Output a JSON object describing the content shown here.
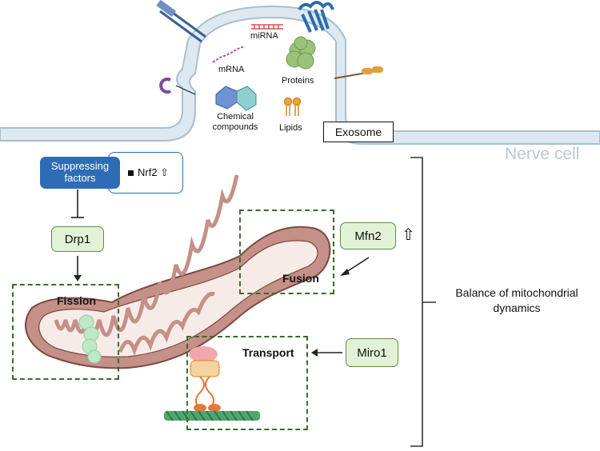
{
  "cell": {
    "name": "Nerve cell",
    "exosome_label": "Exosome",
    "cargo": {
      "mirna": "miRNA",
      "mrna": "mRNA",
      "proteins": "Proteins",
      "chemical": "Chemical compounds",
      "lipids": "Lipids"
    }
  },
  "regulators": {
    "suppressing": "Suppressing factors",
    "nrf2": "Nrf2 ⇧",
    "drp1": "Drp1",
    "mfn2": "Mfn2",
    "mfn2_arrow": "⇧",
    "miro1": "Miro1"
  },
  "processes": {
    "fission": "Fission",
    "fusion": "Fusion",
    "transport": "Transport"
  },
  "summary": "Balance of mitochondrial dynamics",
  "colors": {
    "membrane": "#a9bfcf",
    "membrane_fill": "#dde8f0",
    "mito_outer": "#c49088",
    "mito_inner": "#f7ebe8",
    "mito_stroke": "#7c4a42",
    "box_green": "#e3f2d6",
    "dash_green": "#3a6b2a",
    "suppress_blue": "#2e6db6"
  }
}
